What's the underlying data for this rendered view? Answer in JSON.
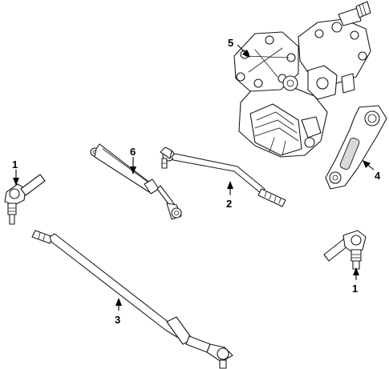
{
  "callouts": [
    {
      "id": "tie-rod-end-left",
      "label": "1"
    },
    {
      "id": "tie-rod-end-right",
      "label": "1"
    },
    {
      "id": "drag-link",
      "label": "2"
    },
    {
      "id": "center-link",
      "label": "3"
    },
    {
      "id": "pitman-arm",
      "label": "4"
    },
    {
      "id": "steering-gear",
      "label": "5"
    },
    {
      "id": "steering-damper",
      "label": "6"
    }
  ],
  "colors": {
    "line": "#1a1a1a",
    "fill": "#ffffff",
    "label": "#000000"
  }
}
